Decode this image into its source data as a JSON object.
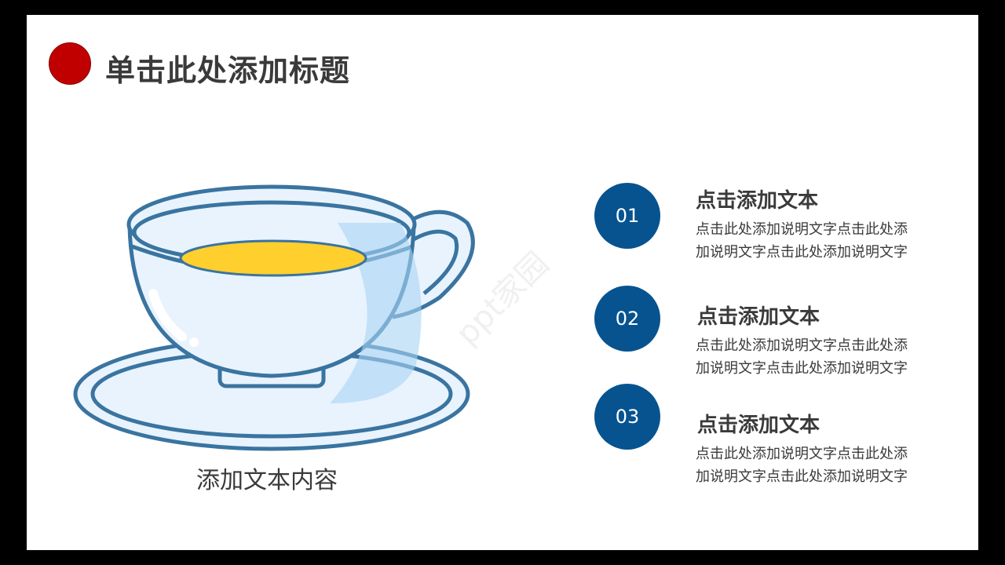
{
  "title": "单击此处添加标题",
  "caption": "添加文本内容",
  "watermark": "ppt家园",
  "colors": {
    "accent_red": "#c00000",
    "circle_blue": "#06538f",
    "cup_outline": "#3a74a0"
  },
  "items": [
    {
      "num": "01",
      "title": "点击添加文本",
      "desc": "点击此处添加说明文字点击此处添加说明文字点击此处添加说明文字"
    },
    {
      "num": "02",
      "title": "点击添加文本",
      "desc": "点击此处添加说明文字点击此处添加说明文字点击此处添加说明文字"
    },
    {
      "num": "03",
      "title": "点击添加文本",
      "desc": "点击此处添加说明文字点击此处添加说明文字点击此处添加说明文字"
    }
  ]
}
